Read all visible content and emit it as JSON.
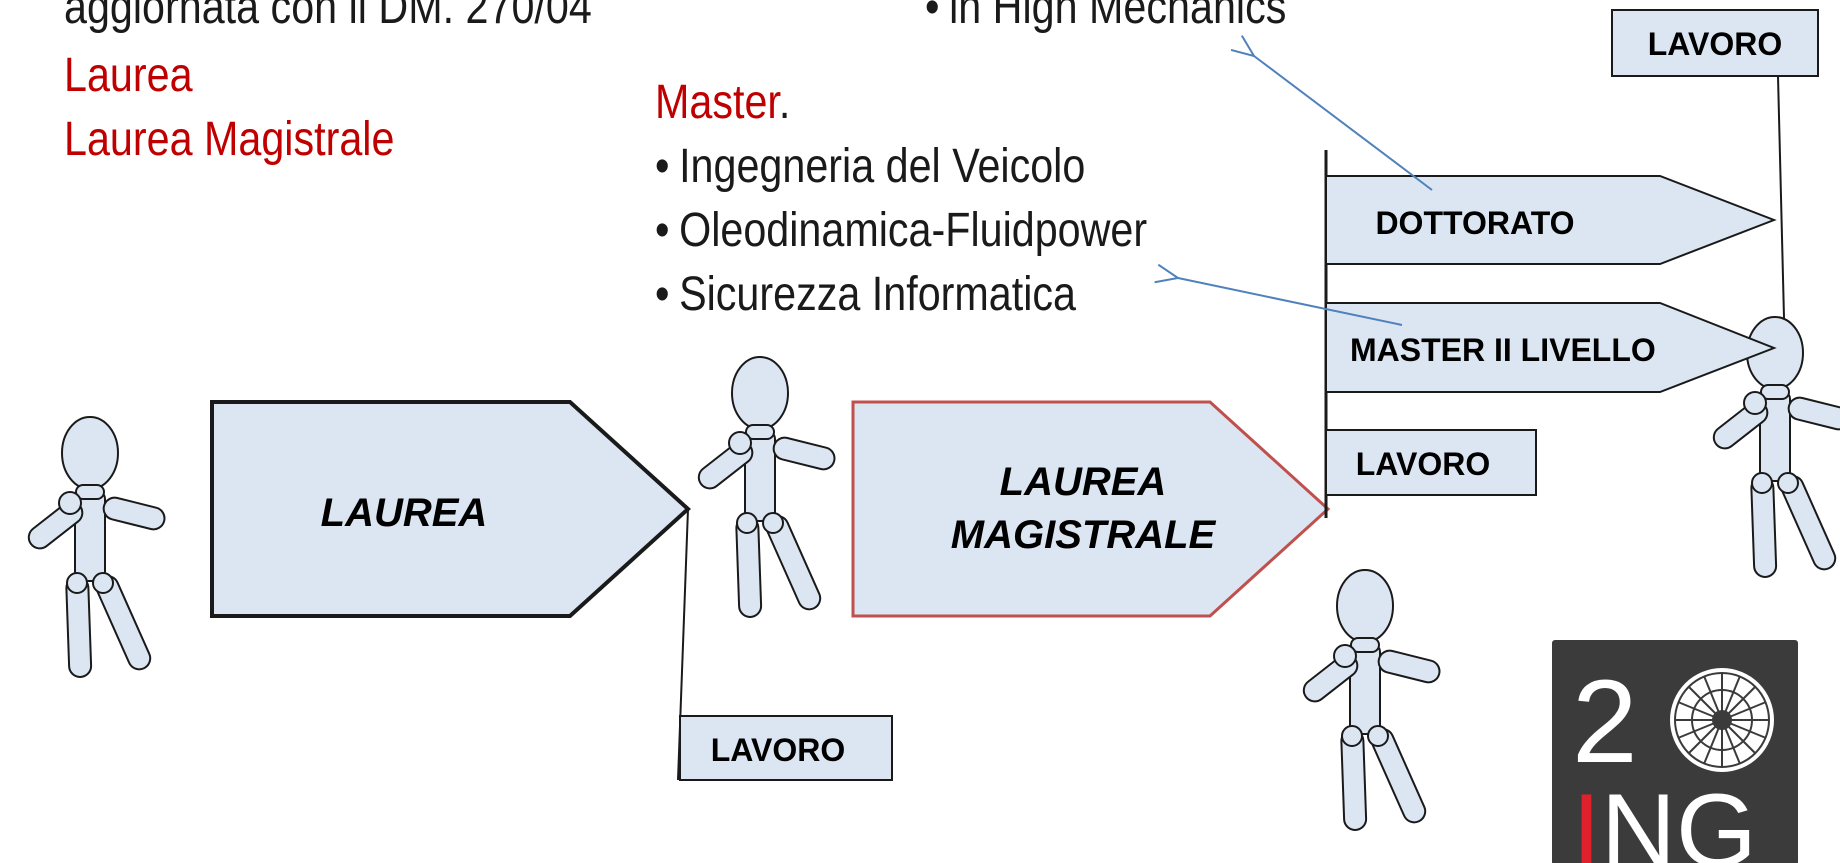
{
  "intro": {
    "line_top": "aggiornata con il DM. 270/04",
    "degree_1": "Laurea",
    "degree_2": "Laurea Magistrale"
  },
  "master_list": {
    "top_item": "in High Mechanics",
    "heading": "Master",
    "heading_suffix": ".",
    "items": [
      "Ingegneria del Veicolo",
      "Oleodinamica-Fluidpower",
      "Sicurezza Informatica"
    ]
  },
  "path": {
    "laurea": "LAUREA",
    "laurea_magistrale_line1": "LAUREA",
    "laurea_magistrale_line2": "MAGISTRALE",
    "dottorato": "DOTTORATO",
    "master_ii": "MASTER II LIVELLO",
    "lavoro_after_laurea": "LAVORO",
    "lavoro_after_magistrale": "LAVORO",
    "lavoro_after_dottorato": "LAVORO"
  },
  "logo": {
    "number": "2",
    "letters_first": "I",
    "letters_rest": "NG"
  },
  "colors": {
    "heading_red": "#c00000",
    "shape_fill": "#dce6f2",
    "magistrale_border": "#c0504d",
    "arrow_blue": "#4f81bd",
    "logo_bg": "#3b3b3b"
  }
}
